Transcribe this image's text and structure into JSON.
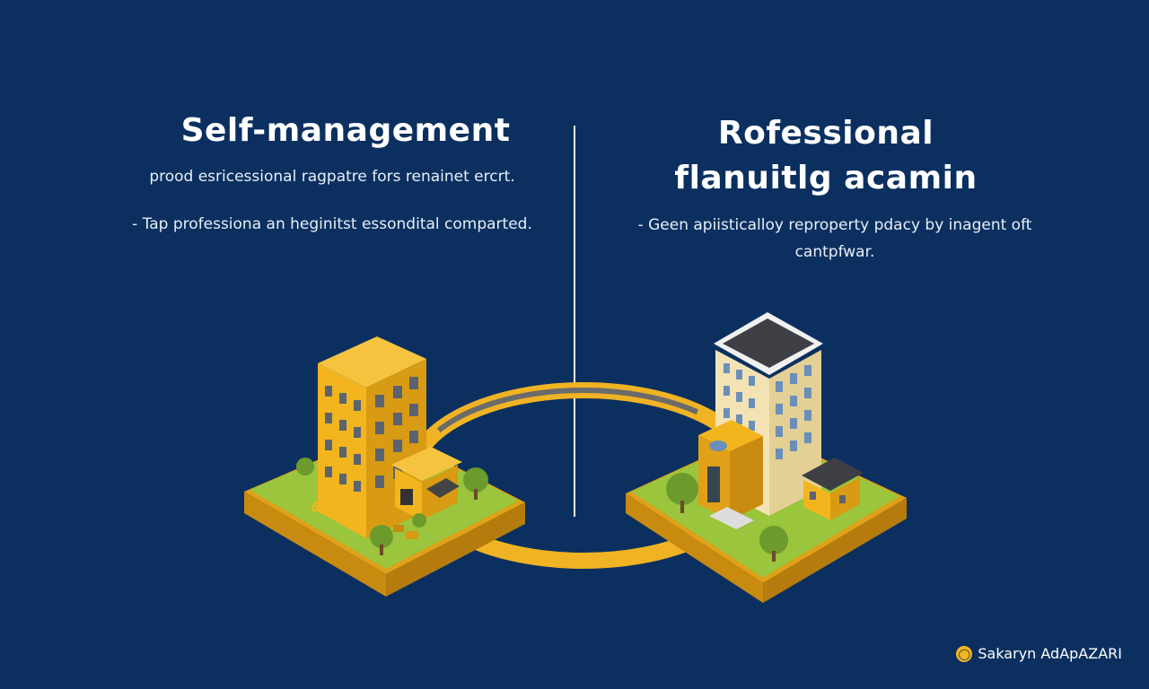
{
  "left": {
    "title": "Self-management",
    "subtitle": "prood esricessional ragpatre fors renainet ercrt.",
    "bullet": "- Tap professiona an heginitst essondital comparted."
  },
  "right": {
    "title_line1": "Rofessional",
    "title_line2": "flanuitlg acamin",
    "bullet_line1": "- Geen apiisticalloy reproperty pdacy by inagent oft",
    "bullet_line2": "cantpfwar."
  },
  "illustration": {
    "sign_text": "BEARI",
    "colors": {
      "background": "#0b3060",
      "building_yellow": "#f2b51e",
      "grass": "#9ac53c",
      "road": "#f0b323"
    }
  },
  "brand": {
    "icon": "coin-icon",
    "label": "Sakaryn AdApAZARI"
  }
}
